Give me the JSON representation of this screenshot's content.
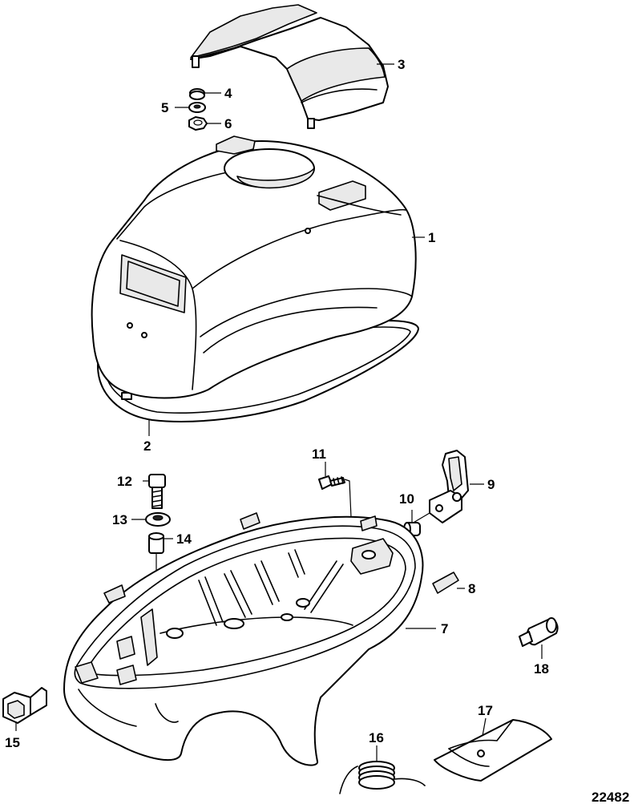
{
  "diagram_id": "22482",
  "callouts": [
    "1",
    "2",
    "3",
    "4",
    "5",
    "6",
    "7",
    "8",
    "9",
    "10",
    "11",
    "12",
    "13",
    "14",
    "15",
    "16",
    "17",
    "18"
  ]
}
